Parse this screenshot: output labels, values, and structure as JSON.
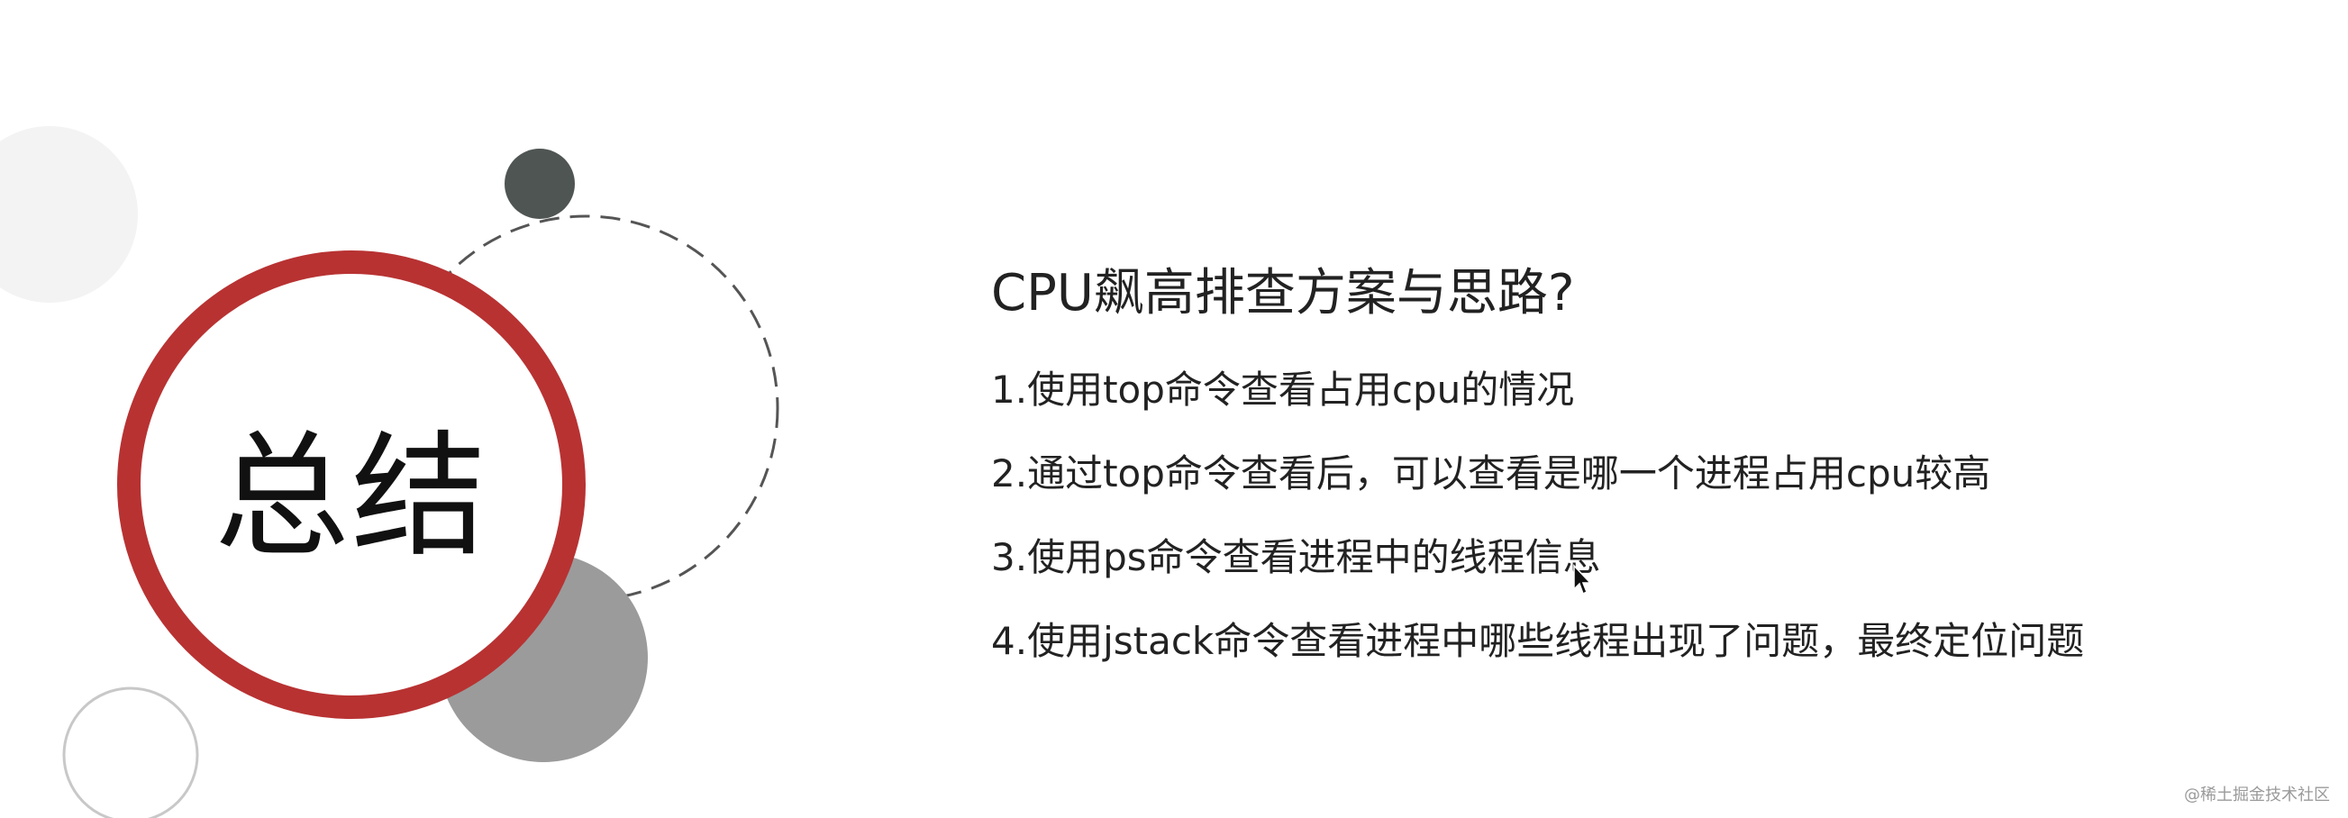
{
  "slide": {
    "title_circle_text": "总结",
    "heading": "CPU飙高排查方案与思路?",
    "points": [
      "1.使用top命令查看占用cpu的情况",
      "2.通过top命令查看后，可以查看是哪一个进程占用cpu较高",
      "3.使用ps命令查看进程中的线程信息",
      "4.使用jstack命令查看进程中哪些线程出现了问题，最终定位问题"
    ],
    "watermark": "@稀土掘金技术社区"
  },
  "colors": {
    "accent_red": "#b83232",
    "dark_gray": "#4f5553",
    "mid_gray": "#9b9b9b",
    "light_gray": "#f3f3f3",
    "outline_gray": "#c8c8c8",
    "dashed": "#555555"
  },
  "icons": {
    "cursor": "mouse-pointer-icon"
  }
}
